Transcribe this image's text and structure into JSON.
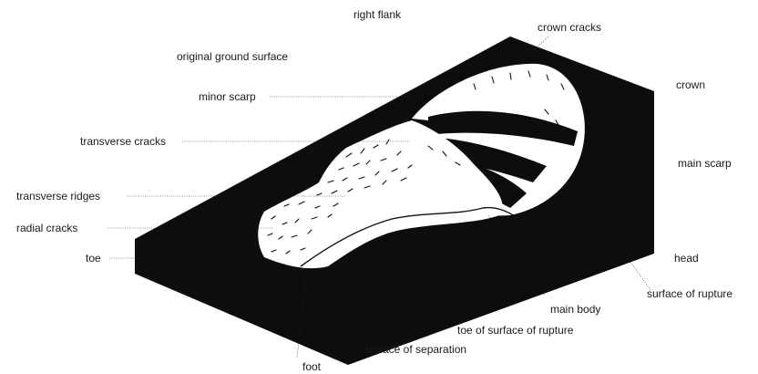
{
  "labels": {
    "right_flank": "right flank",
    "crown_cracks": "crown cracks",
    "original_ground_surface": "original ground surface",
    "crown": "crown",
    "minor_scarp": "minor scarp",
    "transverse_cracks": "transverse cracks",
    "main_scarp": "main scarp",
    "transverse_ridges": "transverse ridges",
    "radial_cracks": "radial cracks",
    "toe": "toe",
    "head": "head",
    "surface_of_rupture": "surface of rupture",
    "main_body": "main body",
    "toe_of_surface_of_rupture": "toe of surface of rupture",
    "surface_of_separation": "surface of separation",
    "foot": "foot"
  },
  "colors": {
    "block": "#0d0d0d",
    "deposit": "#ffffff",
    "background": "#ffffff"
  }
}
